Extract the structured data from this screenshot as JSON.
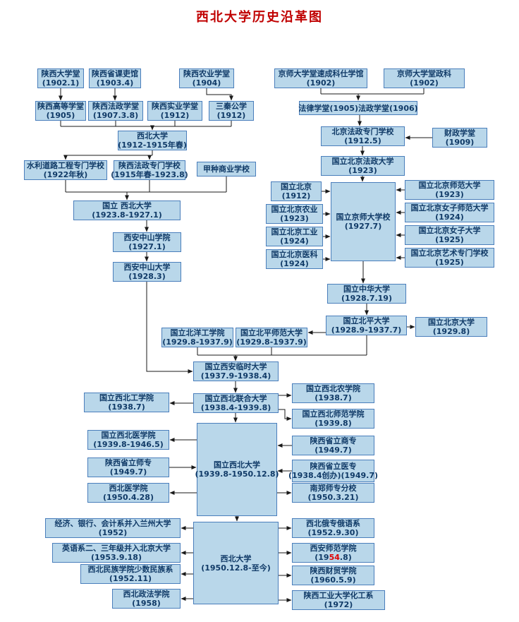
{
  "title": "西北大学历史沿革图",
  "colors": {
    "title_text": "#c00000",
    "box_fill": "#b9d7ea",
    "box_border": "#4a7ebb",
    "box_text": "#103a67",
    "connector": "#1a1a1a",
    "highlight": "#e00000"
  },
  "boxes": {
    "b01": {
      "name": "陕西大学堂",
      "date": "(1902.1)"
    },
    "b02": {
      "name": "陕西省课吏馆",
      "date": "(1903.4)"
    },
    "b03": {
      "name": "陕西农业学堂",
      "date": "(1904)"
    },
    "b04": {
      "name": "陕西高等学堂",
      "date": "(1905)"
    },
    "b05": {
      "name": "陕西法政学堂",
      "date": "(1907.3.8)"
    },
    "b06": {
      "name": "陕西实业学堂",
      "date": "(1912)"
    },
    "b07": {
      "name": "三秦公学",
      "date": "(1912)"
    },
    "b08": {
      "name": "西北大学",
      "date": "(1912-1915年春)"
    },
    "b09": {
      "name": "水利道路工程专门学校",
      "date": "(1922年秋)"
    },
    "b10": {
      "name": "陕西法政专门学校",
      "date": "(1915年春-1923.8)"
    },
    "b11": {
      "name": "甲种商业学校"
    },
    "b12": {
      "name": "国立 西北大学",
      "date": "(1923.8-1927.1)"
    },
    "b13": {
      "name": "西安中山学院",
      "date": "(1927.1)"
    },
    "b14": {
      "name": "西安中山大学",
      "date": "(1928.3)"
    },
    "b15": {
      "name": "京师大学堂速成科仕学馆",
      "date": "(1902)"
    },
    "b16": {
      "name": "京师大学堂政科",
      "date": "(1902)"
    },
    "b17": {
      "name": "法律学堂(1905)法政学堂(1906)"
    },
    "b18": {
      "name": "北京法政专门学校",
      "date": "(1912.5)"
    },
    "b19": {
      "name": "财政学堂",
      "date": "(1909)"
    },
    "b20": {
      "name": "国立北京法政大学",
      "date": "(1923)"
    },
    "b21": {
      "name": "国立北京",
      "date": "(1912)"
    },
    "b22": {
      "name": "国立北京农业",
      "date": "(1923)"
    },
    "b23": {
      "name": "国立北京工业",
      "date": "(1924)"
    },
    "b24": {
      "name": "国立北京医科",
      "date": "(1924)"
    },
    "b25": {
      "name": "国立京师大学校",
      "date": "(1927.7)"
    },
    "b26": {
      "name": "国立北京师范大学",
      "date": "(1923)"
    },
    "b27": {
      "name": "国立北京女子师范大学",
      "date": "(1924)"
    },
    "b28": {
      "name": "国立北京女子大学",
      "date": "(1925)"
    },
    "b29": {
      "name": "国立北京艺术专门学校",
      "date": "(1925)"
    },
    "b30": {
      "name": "国立中华大学",
      "date": "(1928.7.19)"
    },
    "b31": {
      "name": "国立北平大学",
      "date": "(1928.9-1937.7)"
    },
    "b32": {
      "name": "国立北京大学",
      "date": "(1929.8)"
    },
    "b33": {
      "name": "国立北洋工学院",
      "date": "(1929.8-1937.9)"
    },
    "b34": {
      "name": "国立北平师范大学",
      "date": "(1929.8-1937.9)"
    },
    "b35": {
      "name": "国立西安临时大学",
      "date": "(1937.9-1938.4)"
    },
    "b36": {
      "name": "国立西北工学院",
      "date": "(1938.7)"
    },
    "b37": {
      "name": "国立西北联合大学",
      "date": "(1938.4-1939.8)"
    },
    "b38": {
      "name": "国立西北农学院",
      "date": "(1938.7)"
    },
    "b39": {
      "name": "国立西北师范学院",
      "date": "(1939.8)"
    },
    "b40": {
      "name": "国立西北医学院",
      "date": "(1939.8-1946.5)"
    },
    "b41": {
      "name": "国立西北大学",
      "date": "(1939.8-1950.12.8)"
    },
    "b42": {
      "name": "陕西省立商专",
      "date": "(1949.7)"
    },
    "b43": {
      "name": "陕西省立师专",
      "date": "(1949.7)"
    },
    "b44": {
      "name": "陕西省立医专",
      "date": "(1938.4创办)(1949.7)"
    },
    "b45": {
      "name": "西北医学院",
      "date": "(1950.4.28)"
    },
    "b46": {
      "name": "南郑师专分校",
      "date": "(1950.3.21)"
    },
    "b47": {
      "name": "经济、银行、会计系并入兰州大学",
      "date": "(1952)"
    },
    "b48": {
      "name": "西北俄专俄语系",
      "date": "(1952.9.30)"
    },
    "b49": {
      "name": "英语系二、三年级并入北京大学",
      "date": "(1953.9.18)"
    },
    "b50": {
      "name": "西安师范学院",
      "date_pre": "(19",
      "date_red": "54",
      "date_post": ".8)"
    },
    "b51": {
      "name": "西北大学",
      "date": "(1950.12.8-至今)"
    },
    "b52": {
      "name": "西北民族学院少数民族系",
      "date": "(1952.11)"
    },
    "b53": {
      "name": "陕西财贸学院",
      "date": "(1960.5.9)"
    },
    "b54": {
      "name": "西北政法学院",
      "date": "(1958)"
    },
    "b55": {
      "name": "陕西工业大学化工系",
      "date": "(1972)"
    }
  }
}
